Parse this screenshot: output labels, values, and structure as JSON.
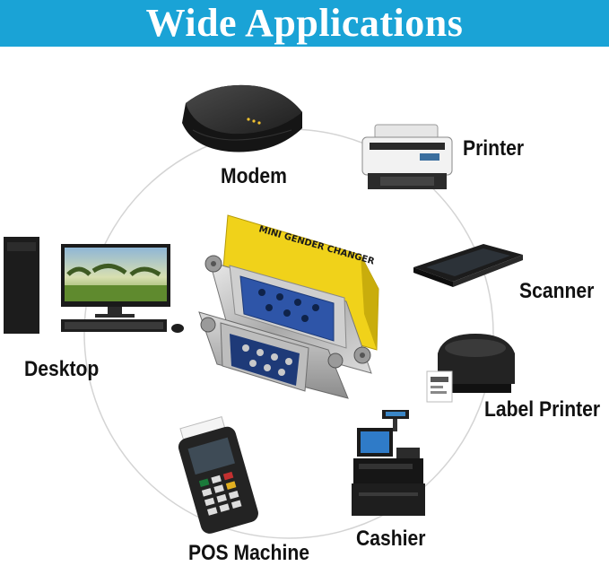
{
  "banner": {
    "title": "Wide Applications",
    "color": "#1aa3d6"
  },
  "center_device": {
    "icon": "db9-gender-changer-icon",
    "printed_text": "MINI GENDER CHANGER"
  },
  "applications": [
    {
      "label": "Modem",
      "icon": "modem-icon"
    },
    {
      "label": "Printer",
      "icon": "printer-icon"
    },
    {
      "label": "Scanner",
      "icon": "scanner-icon"
    },
    {
      "label": "Label Printer",
      "icon": "label-printer-icon"
    },
    {
      "label": "Cashier",
      "icon": "cashier-icon"
    },
    {
      "label": "POS Machine",
      "icon": "pos-machine-icon"
    },
    {
      "label": "Desktop",
      "icon": "desktop-icon"
    }
  ]
}
